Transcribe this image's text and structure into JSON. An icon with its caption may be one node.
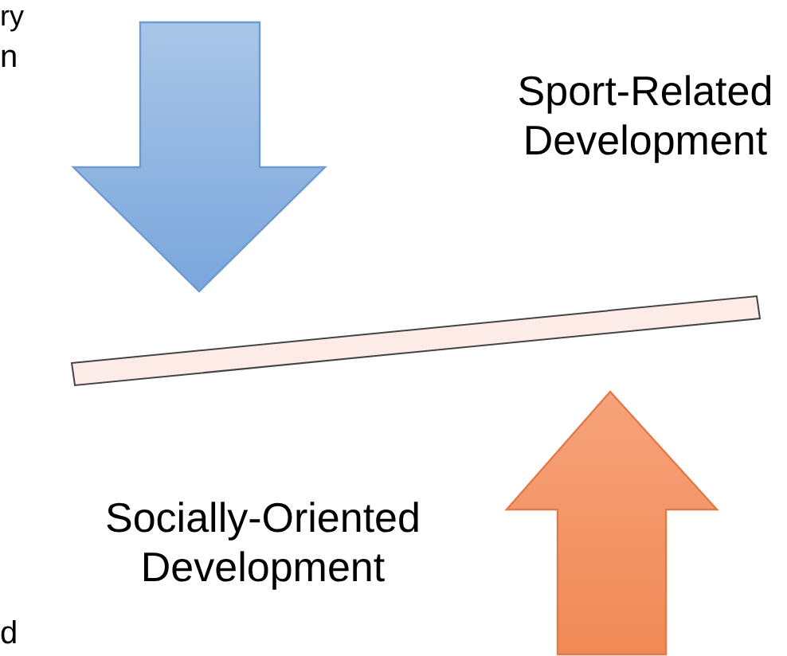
{
  "diagram": {
    "labels": [
      "ry",
      "n",
      "Sport-Related Development",
      "Socially-Oriented Development",
      "d"
    ]
  }
}
